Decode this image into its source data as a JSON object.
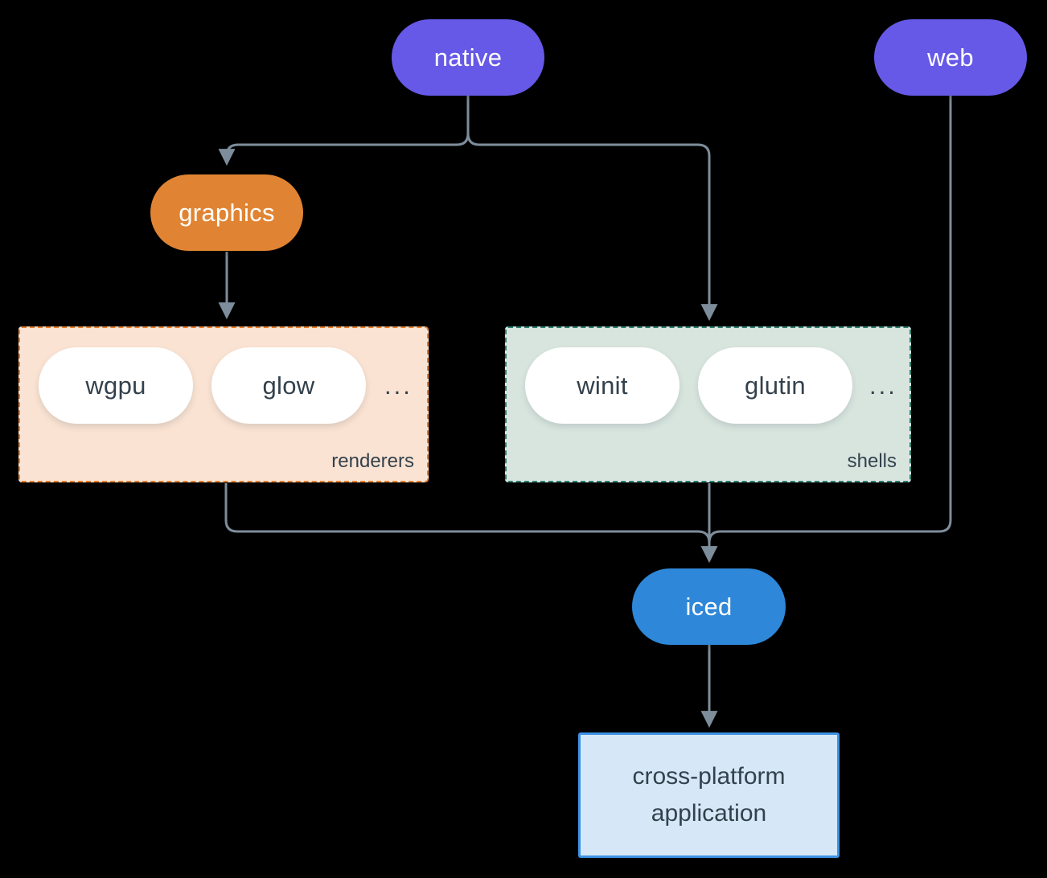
{
  "colors": {
    "bg": "#000000",
    "purple": "#6659E7",
    "orange": "#E08433",
    "blue": "#2E87D8",
    "line": "#7E8D9B",
    "peach_bg": "#FAE3D2",
    "peach_border": "#E67E2E",
    "sage_bg": "#D8E5DF",
    "sage_border": "#2E7F70",
    "app_bg": "#D6E8F8",
    "app_border": "#3E93E5",
    "pill_bg": "#FFFFFF",
    "text_light": "#FFFFFF",
    "text_dark": "#33414C"
  },
  "nodes": {
    "native": {
      "label": "native"
    },
    "web": {
      "label": "web"
    },
    "graphics": {
      "label": "graphics"
    },
    "iced": {
      "label": "iced"
    }
  },
  "groups": {
    "renderers": {
      "label": "renderers",
      "items": [
        "wgpu",
        "glow"
      ],
      "more": "..."
    },
    "shells": {
      "label": "shells",
      "items": [
        "winit",
        "glutin"
      ],
      "more": "..."
    }
  },
  "app": {
    "label": "cross-platform application"
  },
  "edges": [
    {
      "from": "native",
      "to": "graphics"
    },
    {
      "from": "native",
      "to": "shells"
    },
    {
      "from": "graphics",
      "to": "renderers"
    },
    {
      "from": "renderers",
      "to": "iced"
    },
    {
      "from": "web",
      "to": "iced"
    },
    {
      "from": "shells",
      "to": "iced"
    },
    {
      "from": "iced",
      "to": "cross-platform application"
    }
  ]
}
